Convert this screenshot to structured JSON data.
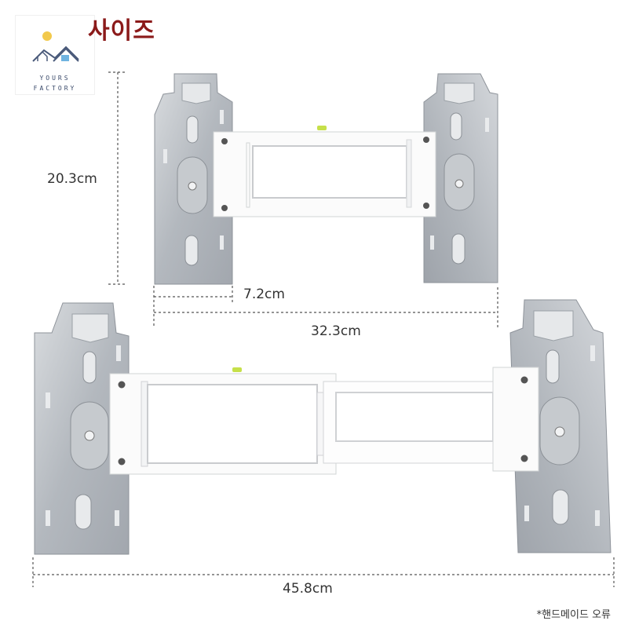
{
  "title": "사이즈",
  "logo": {
    "line1": "YOURS",
    "line2": "FACTORY",
    "icon": "house-with-sun-icon"
  },
  "dimensions": {
    "height": "20.3cm",
    "plate_width": "7.2cm",
    "small_total_width": "32.3cm",
    "large_total_width": "45.8cm"
  },
  "note": "*핸드메이드 오류",
  "colors": {
    "title": "#8b1a1a",
    "plate": "#b9bdc3",
    "frame": "#ffffff"
  }
}
